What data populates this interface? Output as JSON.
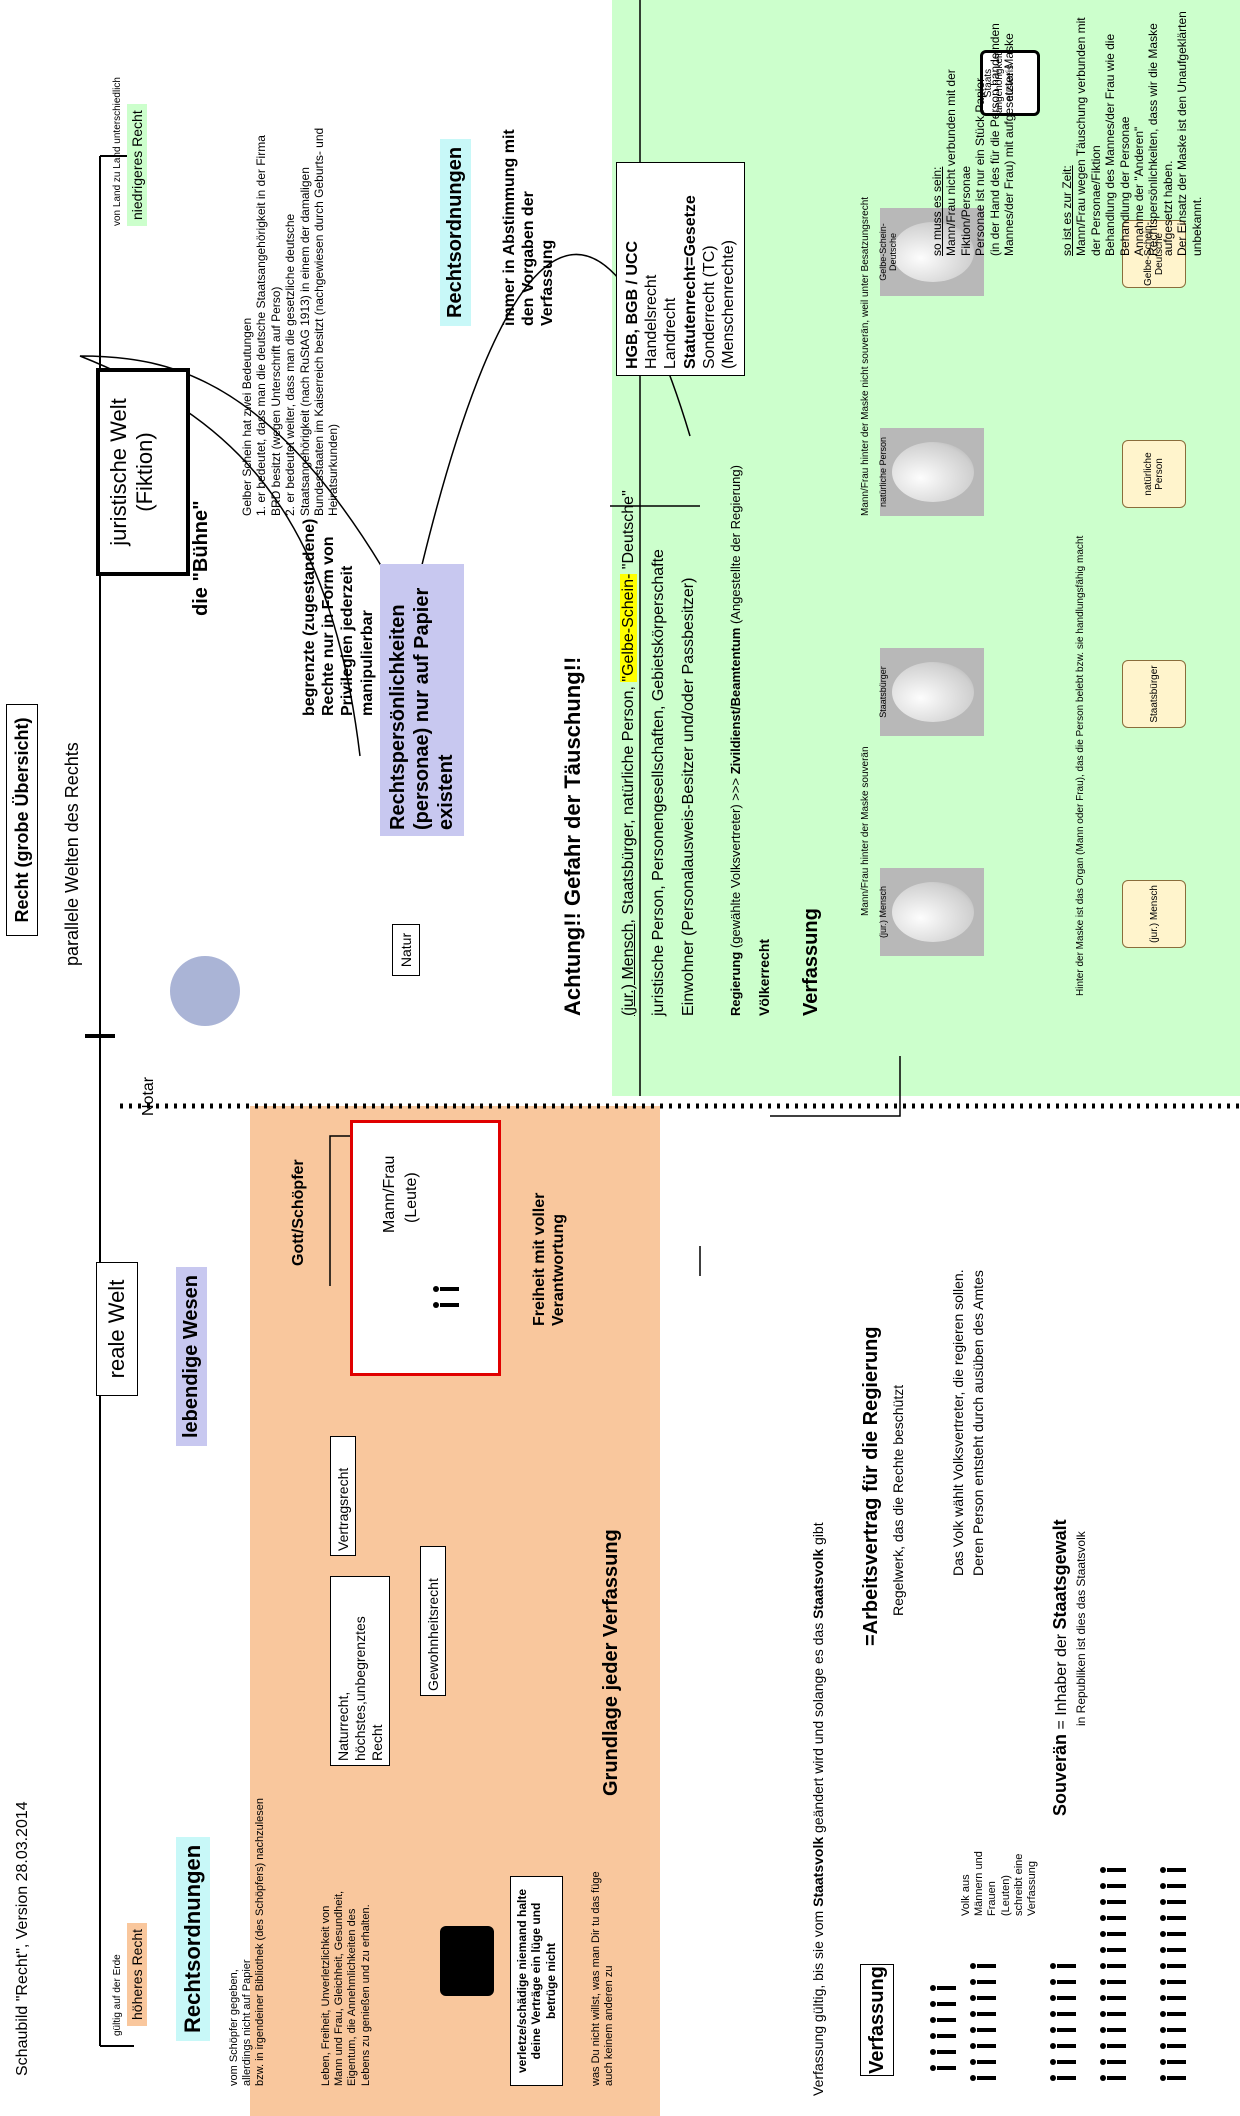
{
  "header": {
    "title_version": "Schaubild \"Recht\", Version 28.03.2014",
    "main_title": "Recht (grobe Übersicht)",
    "parallel_worlds": "parallele Welten des Rechts",
    "notar": "Notar"
  },
  "real_world": {
    "label": "reale Welt",
    "valid_earth": "gültig auf der Erde",
    "higher_law": "höheres Recht",
    "legal_orders": "Rechtsordnungen",
    "living_beings": "lebendige Wesen",
    "god_creator": "Gott/Schöpfer",
    "nature": "Natur",
    "man_woman": "Mann/Frau",
    "people": "(Leute)",
    "freedom": "Freiheit mit voller Verantwortung",
    "natural_law": "Naturrecht, höchstes,unbegrenztes Recht",
    "contract_law": "Vertragsrecht",
    "custom_law": "Gewohnheitsrecht",
    "creator_note_1": "vom Schöpfer gegeben,",
    "creator_note_2": "allerdings nicht auf Papier",
    "creator_note_3": "bzw. in irgendeiner Bibliothek (des Schöpfers) nachzulesen",
    "rights_list": "Leben, Freiheit, Unverletzlichkeit von Mann und Frau, Gleichheit, Gesundheit, Eigentum, die Annehmlichkeiten des Lebens zu genießen und zu erhalten.",
    "rule_text": "verletze/schädige niemand halte deine Verträge ein lüge und betrüge nicht",
    "golden_rule": "was Du nicht willst, was man Dir tu das füge auch keinem anderen zu",
    "basis": "Grundlage jeder Verfassung"
  },
  "fiction_world": {
    "label": "juristische Welt (Fiktion)",
    "stage": "die \"Bühne\"",
    "by_country": "von Land zu Land unterschiedlich",
    "lower_law": "niedrigeres Recht",
    "legal_orders": "Rechtsordnungen",
    "agreement": "immer in Abstimmung mit den Vorgaben der Verfassung",
    "yellow_note": [
      "Gelber Schein hat zwei Bedeutungen",
      "1. er bedeutet, dass man die deutsche Staatsangehörigkeit in der Firma",
      "BRD besitzt (wegen Unterschrift auf Perso)",
      "2. er bedeutet weiter, dass man die gesetzliche deutsche",
      "Staatsangehörigkeit (nach RuStAG 1913) in einem der damaligen",
      "Bundesstaaten im Kaiserreich besitzt (nachgewiesen durch Geburts- und",
      "Heiratsurkunden)"
    ],
    "limited_rights": "begrenzte (zugestandene) Rechte nur in Form von Privilegien jederzeit manipulierbar",
    "legal_persons": "Rechtspersönlichkeiten (personae) nur auf Papier existent",
    "warning": "Achtung!! Gefahr der Täuschung!!",
    "row1_prefix": "(jur.) Mensch",
    "row1_rest": ", Staatsbürger, natürliche Person,",
    "row1_yellow": "\"Gelbe-Schein-",
    "row1_end": "\"Deutsche\"",
    "row2": "juristische Person, Personengesellschaften, Gebietskörperschafte",
    "row3": "Einwohner (Personalausweis-Besitzer und/oder Passbesitzer)",
    "row4_a": "Regierung",
    "row4_b": " (gewählte Volksvertreter) >>> ",
    "row4_c": "Zivildienst/Beamtentum",
    "row4_d": " (Angestellte der Regierung)",
    "row5": "Völkerrecht",
    "verfassung": "Verfassung",
    "law_box": [
      "HGB, BGB / UCC",
      "Handelsrecht",
      "Landrecht",
      "Statutenrecht=Gesetze",
      "Sonderrecht (TC)",
      "(Menschenrechte)"
    ],
    "masks": [
      "(jur.) Mensch",
      "Staatsbürger",
      "natürliche Person",
      "Gelbe-Schein-Deutsche"
    ],
    "mask_note_a": "Mann/Frau hinter der Maske souverän",
    "mask_note_b": "Mann/Frau hinter der Maske nicht souverän, weil unter Besatzungsrecht",
    "mask_note_c": "Hinter der Maske ist das Organ (Mann oder Frau), das die Person belebt bzw. sie handlungsfähig macht",
    "id_card": "Staats angehörigkeit ausweis",
    "should_be_title": "so muss es sein:",
    "should_be": [
      "Mann/Frau nicht verbunden mit der",
      "Fiktion/Personae",
      "Personae ist nur ein Stück Papier",
      "(in der Hand des für die Person handelnden",
      "Mannes/der Frau) mit aufgesetzter Maske"
    ],
    "is_now_title": "so ist es zur Zeit:",
    "is_now": [
      "Mann/Frau wegen Täuschung verbunden mit",
      "der Personae/Fiktion",
      "Behandlung des Mannes/der Frau wie die",
      "Behandlung der Personae",
      "Annahme der \"Anderen\"",
      "Rechtspersönlichkeiten, dass wir die Maske",
      "aufgesetzt haben.",
      "Der Einsatz der Maske ist den Unaufgeklärten",
      "unbekannt."
    ]
  },
  "bottom": {
    "validity_a": "Verfassung gültig, bis sie vom ",
    "validity_b": "Staatsvolk",
    "validity_c": " geändert wird und solange es das ",
    "validity_d": "Staatsvolk",
    "validity_e": " gibt",
    "verfassung": "Verfassung",
    "contract": "=Arbeitsvertrag für die Regierung",
    "rules": "Regelwerk, das die Rechte beschützt",
    "people_vote": "Das Volk wählt Volksvertreter, die regieren sollen.",
    "person_arises": "Deren Person entsteht durch ausüben des Amtes",
    "crowd_text": "Volk aus Männern und Frauen (Leuten) schreibt eine Verfassung",
    "sovereign_a": "Souverän",
    "sovereign_b": " = Inhaber der ",
    "sovereign_c": "Staatsgewalt",
    "republic": "in Republiken ist dies das Staatsvolk"
  }
}
